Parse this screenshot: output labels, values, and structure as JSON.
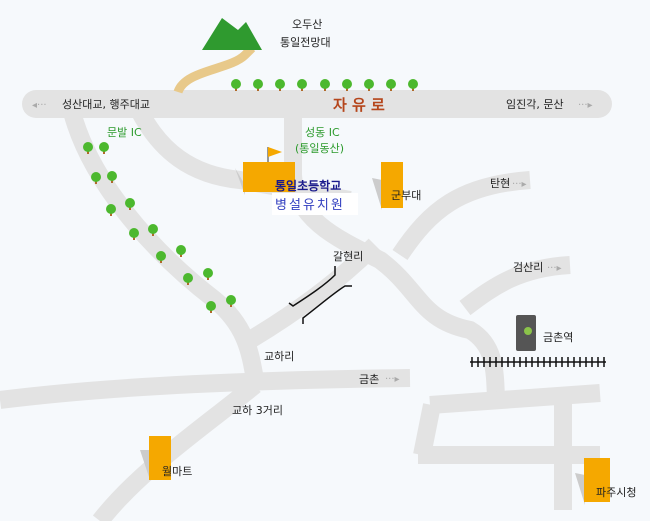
{
  "colors": {
    "road": "#e3e3e3",
    "background": "#f6f9fc",
    "building": "#f5a800",
    "mountain": "#2f9a2f",
    "path": "#e8c98a",
    "road_name": "#b5451b",
    "ic_label": "#2b9a2b",
    "school": "#1a1a8c"
  },
  "landmarks": {
    "mountain_line1": "오두산",
    "mountain_line2": "통일전망대"
  },
  "main_road": {
    "name": "자 유 로",
    "left_destination": "성산대교, 행주대교",
    "right_destination": "임진각, 문산"
  },
  "interchanges": {
    "munbal": "문발 IC",
    "seongdong": "성동 IC",
    "seongdong_sub": "(통일동산)"
  },
  "school": {
    "line1": "통일초등학교",
    "line2": "병설유치원"
  },
  "places": {
    "military": "군부대",
    "tanhyeon": "탄현",
    "galhyeon": "갈현리",
    "geomsan": "검산리",
    "geumchon_station": "금촌역",
    "gyoha": "교하리",
    "geumchon": "금촌",
    "gyoha_junction": "교하 3거리",
    "wolmart": "월마트",
    "paju_cityhall": "파주시청"
  }
}
